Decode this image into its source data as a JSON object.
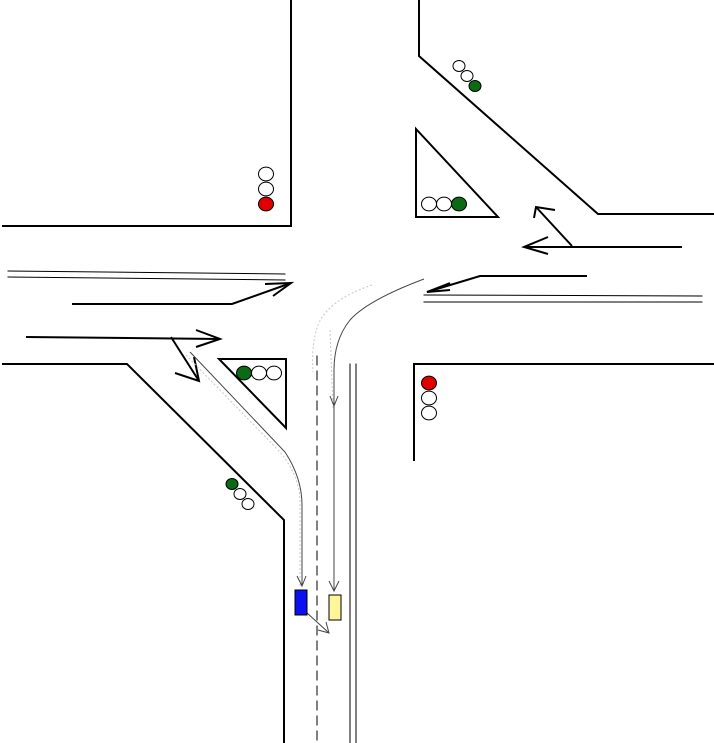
{
  "diagram": {
    "description_visible_text": "",
    "colors": {
      "background": "#ffffff",
      "line": "#000000",
      "lamp_off": "#ffffff",
      "lamp_green": "#0b6b14",
      "lamp_red": "#e00000",
      "vehicle_blue": "#0a10f0",
      "vehicle_yellow": "#fff59a",
      "turn_path": "#9a9a9a"
    },
    "signals": [
      {
        "name": "signal-northwest-corner",
        "lamps": [
          "off",
          "off",
          "red"
        ]
      },
      {
        "name": "signal-northeast-diagonal",
        "lamps": [
          "off",
          "off",
          "green"
        ]
      },
      {
        "name": "signal-north-island",
        "lamps": [
          "off",
          "off",
          "green"
        ]
      },
      {
        "name": "signal-southwest-island",
        "lamps": [
          "green",
          "off",
          "off"
        ]
      },
      {
        "name": "signal-southwest-diagonal",
        "lamps": [
          "green",
          "off",
          "off"
        ]
      },
      {
        "name": "signal-southeast-corner",
        "lamps": [
          "red",
          "off",
          "off"
        ]
      }
    ],
    "vehicles": [
      {
        "name": "blue-vehicle",
        "color": "vehicle_blue"
      },
      {
        "name": "yellow-vehicle",
        "color": "vehicle_yellow"
      }
    ]
  }
}
